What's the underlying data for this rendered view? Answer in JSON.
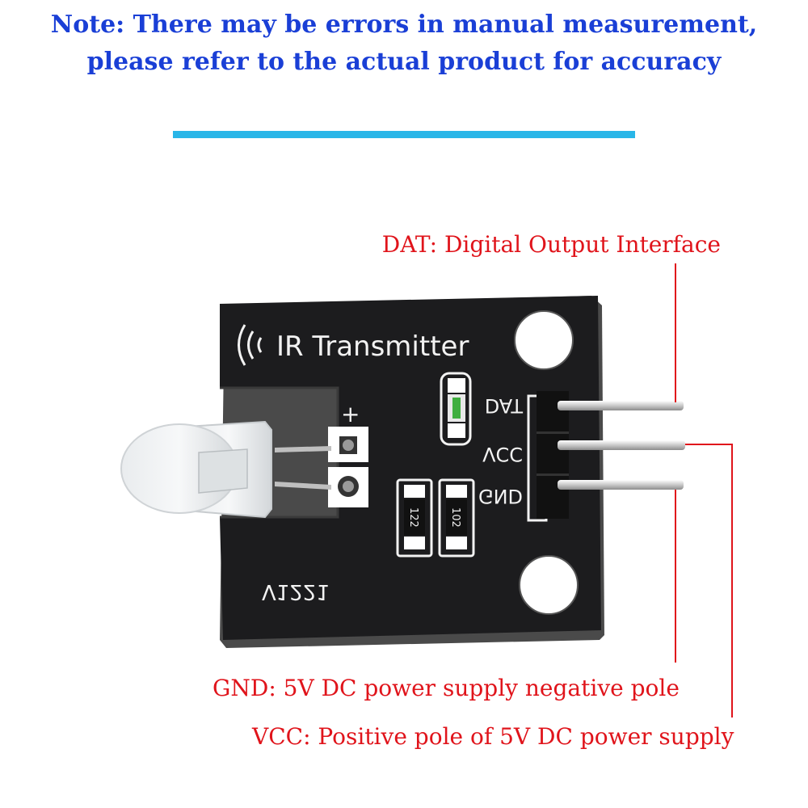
{
  "note": {
    "line1": "Note: There may be errors in manual measurement,",
    "line2": "please refer to the actual product for accuracy"
  },
  "labels": {
    "dat": "DAT: Digital Output Interface",
    "gnd": "GND: 5V DC power supply negative pole",
    "vcc": "VCC: Positive pole of 5V DC power supply"
  },
  "board": {
    "title": "IR Transmitter",
    "pin_dat": "DAT",
    "pin_vcc": "VCC",
    "pin_gnd": "GND",
    "plus": "+",
    "resistor1": "122",
    "resistor2": "102",
    "version": "V1221"
  },
  "colors": {
    "note": "#1a3fd6",
    "divider": "#29b6e8",
    "label": "#e0141b",
    "pcb": "#1c1c1e",
    "silk": "#f2f2f2"
  }
}
